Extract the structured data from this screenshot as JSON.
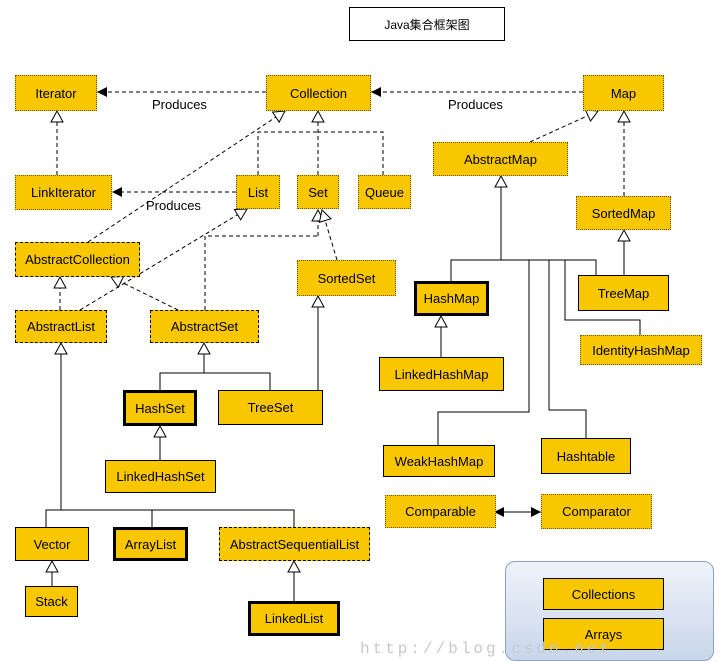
{
  "title": "Java集合框架图",
  "labels": {
    "produces_1": "Produces",
    "produces_2": "Produces",
    "produces_3": "Produces"
  },
  "nodes": {
    "iterator": "Iterator",
    "collection": "Collection",
    "map": "Map",
    "linkiterator": "LinkIterator",
    "list": "List",
    "set": "Set",
    "queue": "Queue",
    "abstractmap": "AbstractMap",
    "sortedmap": "SortedMap",
    "abstractcollection": "AbstractCollection",
    "sortedset": "SortedSet",
    "abstractlist": "AbstractList",
    "abstractset": "AbstractSet",
    "hashmap": "HashMap",
    "treemap": "TreeMap",
    "identityhashmap": "IdentityHashMap",
    "linkedhashmap": "LinkedHashMap",
    "hashset": "HashSet",
    "treeset": "TreeSet",
    "linkedhashset": "LinkedHashSet",
    "weakhashmap": "WeakHashMap",
    "hashtable": "Hashtable",
    "comparable": "Comparable",
    "comparator": "Comparator",
    "vector": "Vector",
    "arraylist": "ArrayList",
    "abstractsequentiallist": "AbstractSequentialList",
    "stack": "Stack",
    "linkedlist": "LinkedList",
    "collections": "Collections",
    "arrays": "Arrays"
  },
  "watermark": "http://blog.csdn.net",
  "colors": {
    "box_fill": "#f9c700",
    "line": "#000000",
    "legend_bg": "#dbe4f2"
  }
}
